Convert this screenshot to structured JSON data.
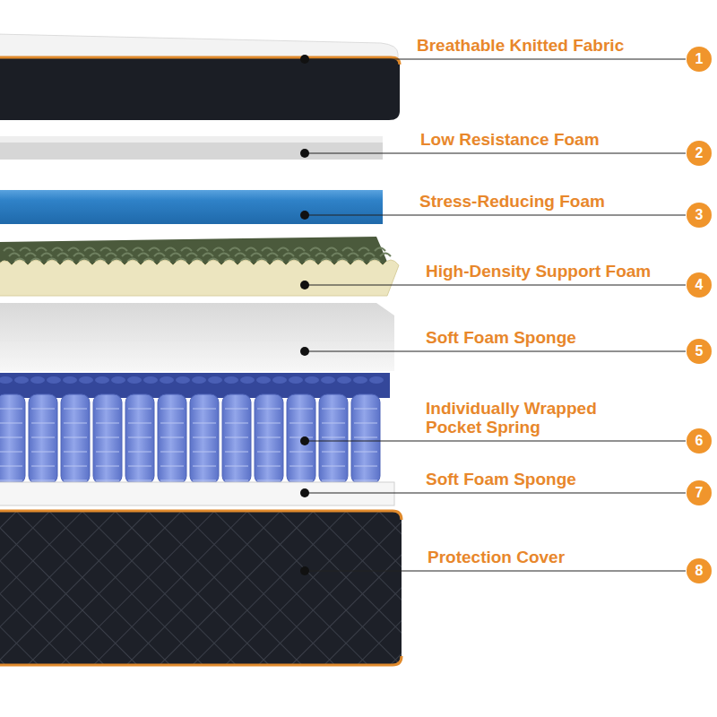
{
  "diagram": {
    "nodes": [
      {
        "text": [
          "1"
        ]
      },
      {
        "text": [
          "2"
        ]
      },
      {
        "text": [
          "3"
        ]
      },
      {
        "text": [
          "4"
        ]
      },
      {
        "text": [
          "5"
        ]
      },
      {
        "text": [
          "6"
        ]
      },
      {
        "text": [
          "7"
        ]
      },
      {
        "text": [
          "8"
        ]
      }
    ],
    "labels": [
      "Breathable Knitted Fabric",
      "Low Resistance Foam",
      "Stress-Reducing Foam",
      "High-Density Support Foam",
      "Soft Foam Sponge",
      "Individually Wrapped Pocket Spring",
      "Soft Foam Sponge",
      "Protection Cover"
    ]
  }
}
